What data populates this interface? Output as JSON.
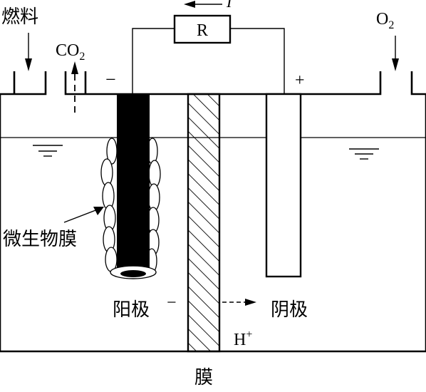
{
  "labels": {
    "fuel": "燃料",
    "co2_main": "CO",
    "co2_sub": "2",
    "o2_main": "O",
    "o2_sub": "2",
    "current": "I",
    "resistor": "R",
    "minus_terminal": "−",
    "plus_terminal": "+",
    "biofilm": "微生物膜",
    "anode": "阳极",
    "anode_minus": "−",
    "cathode": "阴极",
    "proton_main": "H",
    "proton_sup": "+",
    "membrane": "膜"
  }
}
